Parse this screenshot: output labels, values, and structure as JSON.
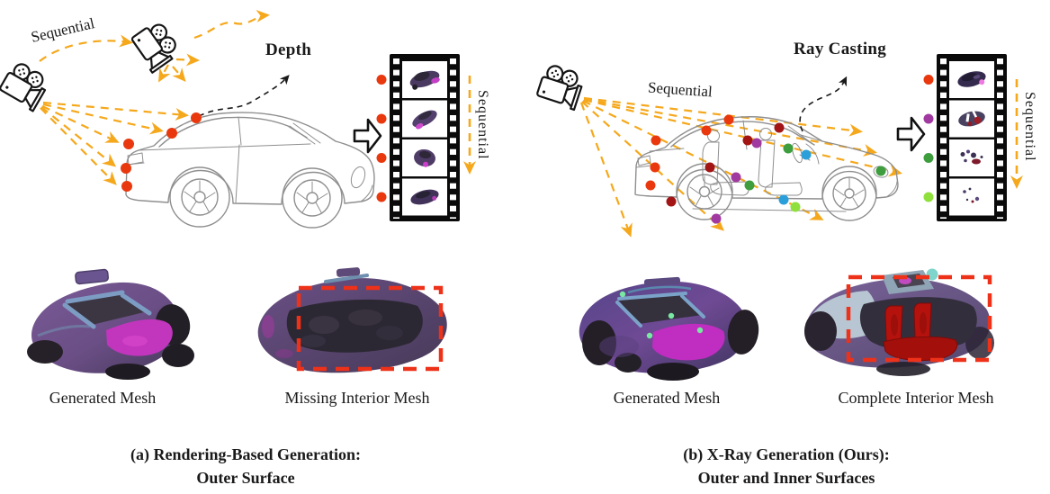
{
  "figure": {
    "background": "#ffffff"
  },
  "colors": {
    "ray": "#F5A81C",
    "dot_red": "#E9380E",
    "dot_dark_red": "#A31414",
    "dot_purple": "#A03AA0",
    "dot_green": "#3E9E3E",
    "dot_cyan": "#2B9FD9",
    "dot_light_green": "#8FE03C",
    "highlight_box": "#EE3119",
    "ink": "#1a1a1a",
    "car_outline": "#8f8f8f"
  },
  "icons": {
    "movie_camera_icon": "🎥",
    "block_arrow_icon": "⇨",
    "film_strip_icon": "🎞"
  },
  "panel_a": {
    "camera_path_label": "Sequential",
    "annotation": "Depth",
    "filmstrip_order_label": "Sequential",
    "mesh_captions": [
      "Generated Mesh",
      "Missing Interior Mesh"
    ],
    "title_line1": "(a) Rendering-Based Generation:",
    "title_line2": "Outer Surface"
  },
  "panel_b": {
    "camera_path_label": "Sequential",
    "annotation": "Ray Casting",
    "filmstrip_order_label": "Sequential",
    "mesh_captions": [
      "Generated Mesh",
      "Complete Interior Mesh"
    ],
    "title_line1": "(b) X-Ray Generation (Ours):",
    "title_line2": "Outer and Inner Surfaces"
  }
}
